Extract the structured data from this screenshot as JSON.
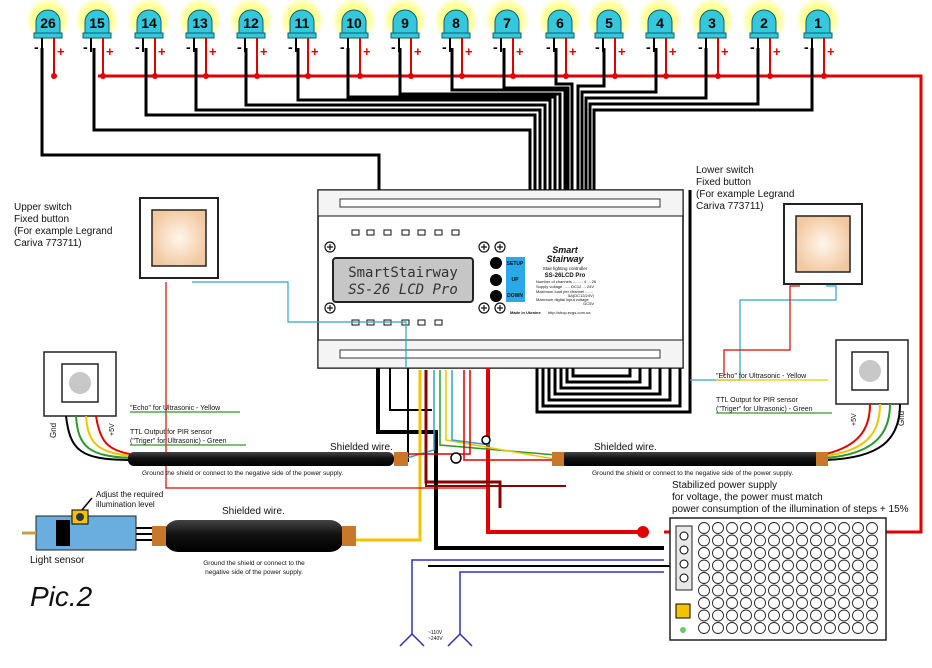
{
  "leds": [
    "26",
    "15",
    "14",
    "13",
    "12",
    "11",
    "10",
    "9",
    "8",
    "7",
    "6",
    "5",
    "4",
    "3",
    "2",
    "1"
  ],
  "polarity": {
    "minus": "-",
    "plus": "+"
  },
  "controller": {
    "lcd_line1": "SmartStairway",
    "lcd_line2": "SS-26 LCD Pro",
    "logo_top": "Smart",
    "logo_bottom": "Stairway",
    "desc": "Stair lighting controller",
    "model": "SS-26LCD Pro",
    "spec1": "Number of channels ......... 4 ... 26",
    "spec2": "Supply voltage ...... DC12 ... 24V",
    "spec3": "Maximum load per channel .......",
    "spec3b": "5A(DC12/24V)",
    "spec4": "Maximum digital input voltage",
    "spec4b": "DC5V",
    "made": "Made in Ukraine",
    "url": "http://shop.ecgs.com.ua",
    "btn_setup": "SETUP",
    "btn_up": "UP",
    "btn_down": "DOWN"
  },
  "labels": {
    "upper_switch": [
      "Upper switch",
      "Fixed button",
      "(For example Legrand",
      "Cariva 773711)"
    ],
    "lower_switch": [
      "Lower switch",
      "Fixed button",
      "(For example Legrand",
      "Cariva 773711)"
    ],
    "echo_left": "\"Echo\" for Ultrasonic - Yellow",
    "ttl_left_1": "TTL Output for PIR sensor",
    "ttl_left_2": "(\"Triger\" for Ultrasonic) - Green",
    "echo_right": "\"Echo\" for Ultrasonic - Yellow",
    "ttl_right_1": "TTL Output for PIR sensor",
    "ttl_right_2": "(\"Triger\" for Ultrasonic) - Green",
    "gnd": "Gnd",
    "plus5v": "+5V",
    "shielded": "Shielded wire.",
    "ground_shield": "Ground the shield or connect to the negative side of the power supply.",
    "ground_shield_a": "Ground the shield or connect to the",
    "ground_shield_b": "negative side of the power supply.",
    "adjust": [
      "Adjust the required",
      "illumination level"
    ],
    "light_sensor": "Light sensor",
    "psu": [
      "Stabilized power supply",
      "for voltage, the power must match",
      "power consumption of the illumination of steps + 15%"
    ],
    "mains_1": "~110V",
    "mains_2": "~240V",
    "pic": "Pic.2"
  },
  "colors": {
    "red": "#e00000",
    "black": "#000000",
    "blue": "#1a6cc8",
    "yellow": "#f2c400",
    "green": "#2a9a2a",
    "teal": "#2aa8c8",
    "led_cap": "#35c8dc",
    "lcd_bg": "#c6c6c6"
  }
}
